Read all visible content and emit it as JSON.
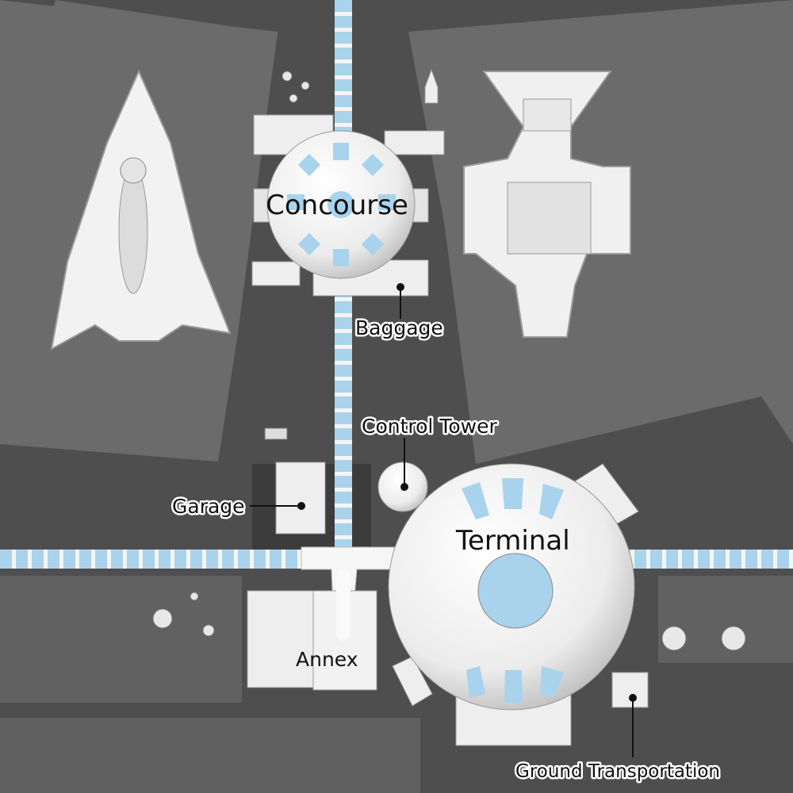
{
  "labels": {
    "concourse": "Concourse",
    "baggage": "Baggage",
    "control_tower": "Control Tower",
    "garage": "Garage",
    "terminal": "Terminal",
    "annex": "Annex",
    "ground_transportation": "Ground Transportation"
  },
  "colors": {
    "ground": "#4e4e4e",
    "pad": "#6b6b6b",
    "building": "#eeeeee",
    "glass": "#a9d3ec"
  }
}
